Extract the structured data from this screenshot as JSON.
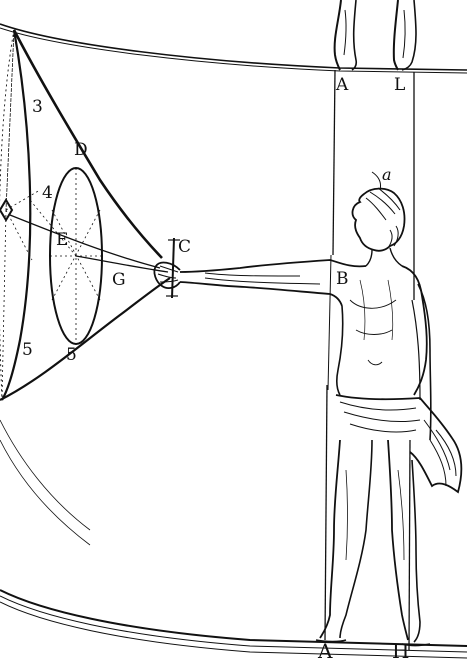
{
  "figure": {
    "labels": {
      "a_top": "A",
      "l_top": "L",
      "d": "D",
      "three": "3",
      "four": "4",
      "e": "E",
      "g": "G",
      "c": "C",
      "b": "B",
      "a_eye": "a",
      "five": "5",
      "five_b": "5",
      "a_bottom": "A",
      "h_bottom": "H"
    },
    "colors": {
      "ink": "#111111",
      "paper": "#ffffff"
    }
  }
}
